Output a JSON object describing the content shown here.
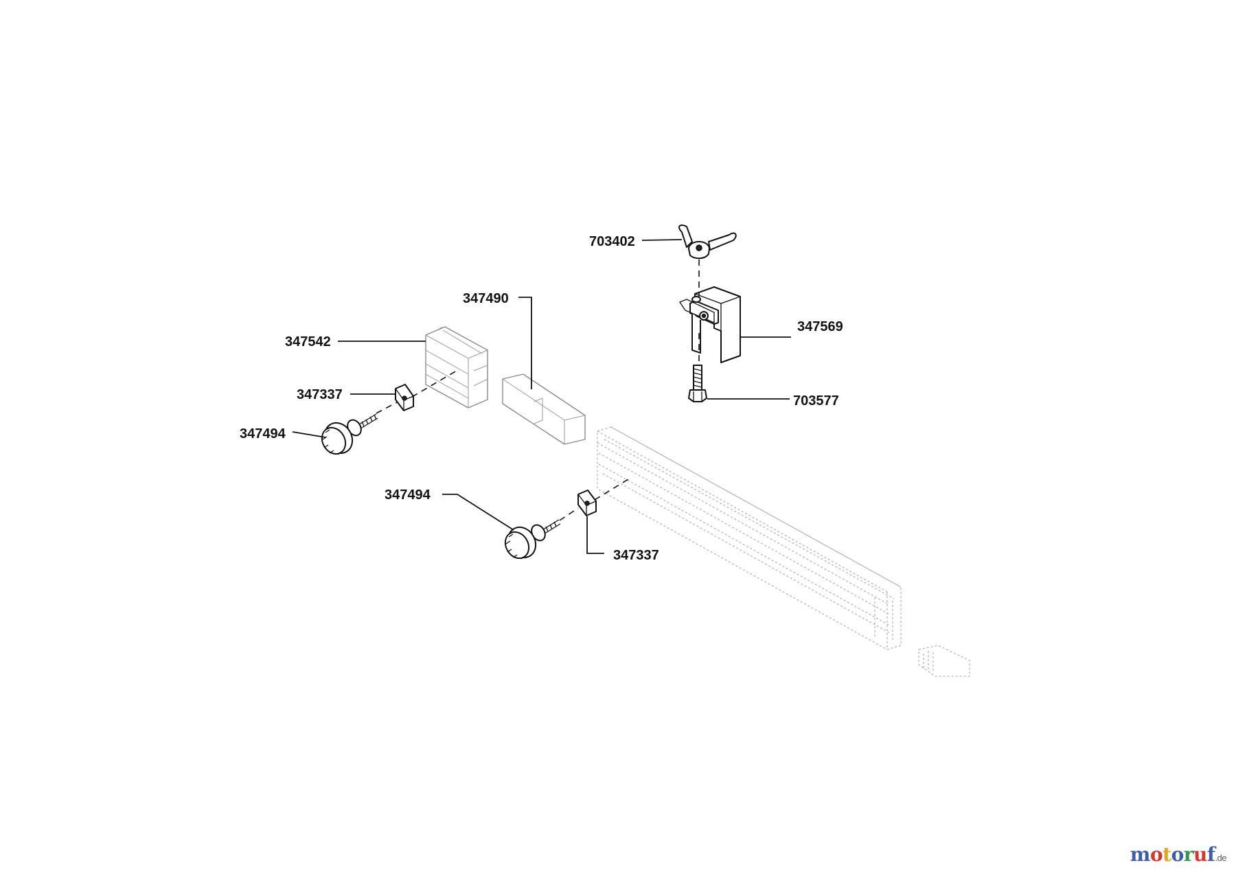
{
  "parts": {
    "p703402": "703402",
    "p347490": "347490",
    "p347542": "347542",
    "p347569": "347569",
    "p347337_upper": "347337",
    "p703577": "703577",
    "p347494_upper": "347494",
    "p347494_lower": "347494",
    "p347337_lower": "347337"
  },
  "watermark": {
    "letters": [
      "m",
      "o",
      "t",
      "o",
      "r",
      "u",
      "f"
    ],
    "colors": [
      "#3a5fa8",
      "#d9342b",
      "#e8a317",
      "#3a5fa8",
      "#2e9a48",
      "#d9342b",
      "#3a5fa8"
    ],
    "tld": ".de"
  }
}
